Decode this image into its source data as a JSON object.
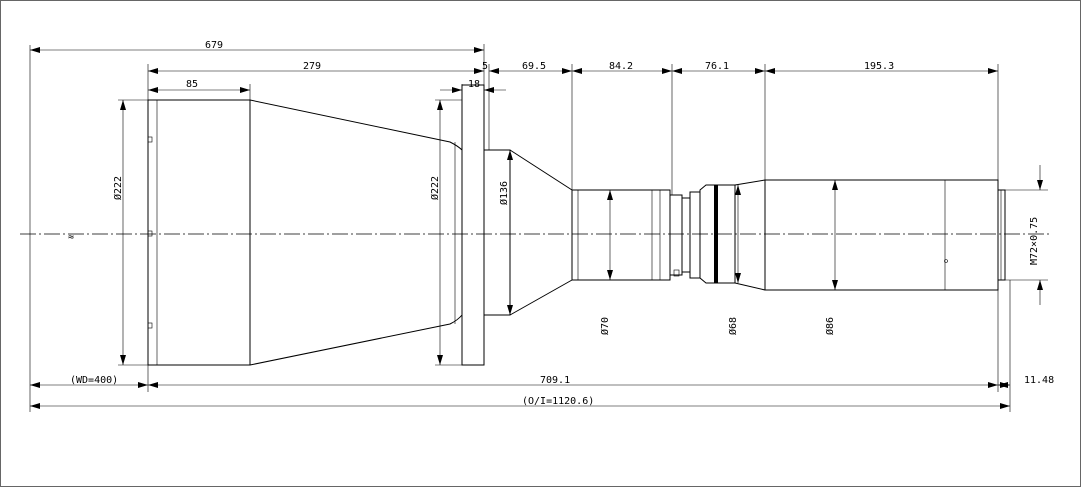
{
  "drawing": {
    "dimensions": {
      "overall_front": "679",
      "front_group": "279",
      "front_barrel": "85",
      "gap": "5",
      "flange": "18",
      "cone": "69.5",
      "tube": "84.2",
      "coupling": "76.1",
      "rear_body": "195.3",
      "working_distance": "(WD=400)",
      "lens_length": "709.1",
      "back_focus": "11.48",
      "object_image": "(O/I=1120.6)"
    },
    "diameters": {
      "front": "Ø222",
      "flange": "Ø222",
      "cone": "Ø136",
      "tube": "Ø70",
      "ring": "Ø68",
      "body": "Ø86",
      "mount_thread": "M72×0.75"
    }
  }
}
